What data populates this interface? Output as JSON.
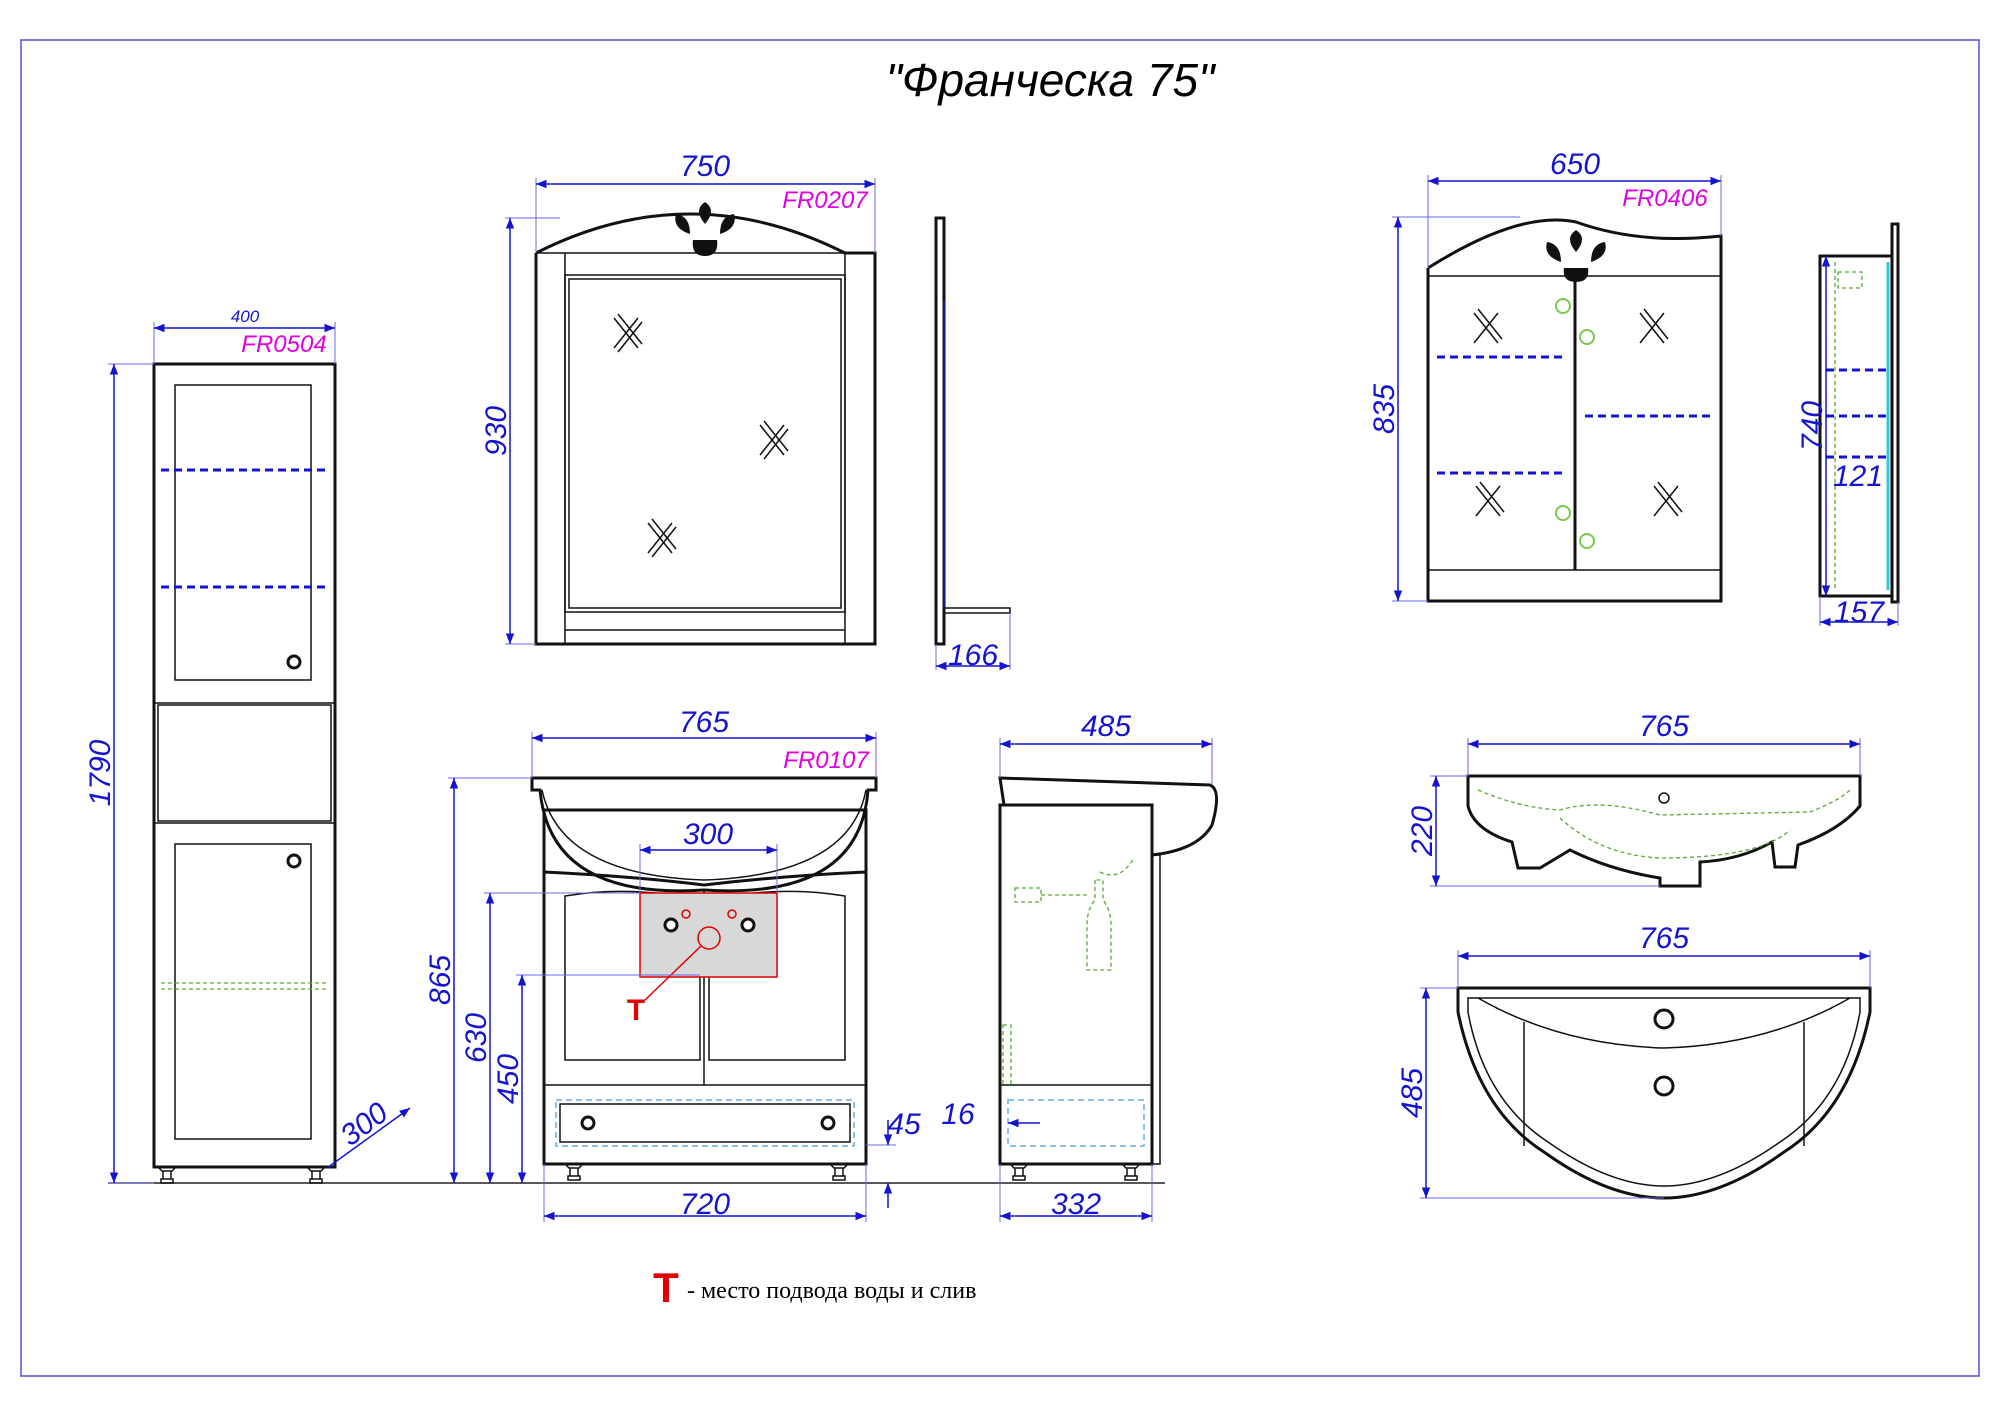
{
  "title": "\"Франческа 75\"",
  "items": {
    "tall_cabinet": {
      "code": "FR0504",
      "width": "400",
      "height": "1790",
      "depth": "300"
    },
    "mirror": {
      "code": "FR0207",
      "width": "750",
      "height": "930",
      "depth": "166"
    },
    "mirror_cabinet": {
      "code": "FR0406",
      "width": "650",
      "height": "835",
      "side_height": "740",
      "side_offset": "121",
      "depth": "157"
    },
    "vanity": {
      "code": "FR0107",
      "top_width": "765",
      "body_width": "720",
      "height": "865",
      "pipe_width": "300",
      "h630": "630",
      "h450": "450",
      "h45": "45"
    },
    "vanity_side": {
      "depth": "485",
      "body_depth": "332",
      "offset": "16"
    },
    "basin_front": {
      "width": "765",
      "height": "220"
    },
    "basin_top": {
      "width": "765",
      "depth": "485"
    }
  },
  "legend": {
    "symbol": "Т",
    "text": "- место подвода воды и слив"
  },
  "colors": {
    "dimension": "#1414d0",
    "code": "#e000e0",
    "connection": "#e00000",
    "line": "#111111"
  }
}
